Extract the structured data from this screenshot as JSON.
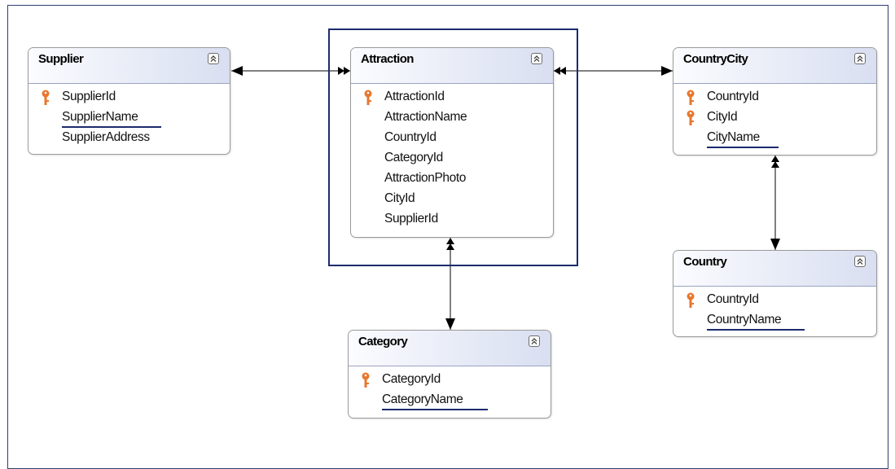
{
  "diagram": {
    "entities": {
      "supplier": {
        "title": "Supplier",
        "attributes": [
          {
            "name": "SupplierId",
            "key": true
          },
          {
            "name": "SupplierName",
            "key": false,
            "underlined": true
          },
          {
            "name": "SupplierAddress",
            "key": false
          }
        ]
      },
      "attraction": {
        "title": "Attraction",
        "attributes": [
          {
            "name": "AttractionId",
            "key": true
          },
          {
            "name": "AttractionName",
            "key": false
          },
          {
            "name": "CountryId",
            "key": false
          },
          {
            "name": "CategoryId",
            "key": false
          },
          {
            "name": "AttractionPhoto",
            "key": false
          },
          {
            "name": "CityId",
            "key": false
          },
          {
            "name": "SupplierId",
            "key": false
          }
        ]
      },
      "countrycity": {
        "title": "CountryCity",
        "attributes": [
          {
            "name": "CountryId",
            "key": true
          },
          {
            "name": "CityId",
            "key": true
          },
          {
            "name": "CityName",
            "key": false,
            "underlined": true
          }
        ]
      },
      "country": {
        "title": "Country",
        "attributes": [
          {
            "name": "CountryId",
            "key": true
          },
          {
            "name": "CountryName",
            "key": false,
            "underlined": true
          }
        ]
      },
      "category": {
        "title": "Category",
        "attributes": [
          {
            "name": "CategoryId",
            "key": true
          },
          {
            "name": "CategoryName",
            "key": false,
            "underlined": true
          }
        ]
      }
    },
    "colors": {
      "key_icon": "#e8772e",
      "selection_border": "#1c2b6e",
      "underline": "#1c2b6e",
      "connector": "#000000"
    },
    "relationships": [
      {
        "from": "attraction",
        "to": "supplier",
        "from_end": "many",
        "to_end": "one"
      },
      {
        "from": "attraction",
        "to": "countrycity",
        "from_end": "many",
        "to_end": "one"
      },
      {
        "from": "attraction",
        "to": "category",
        "from_end": "many",
        "to_end": "one"
      },
      {
        "from": "countrycity",
        "to": "country",
        "from_end": "many",
        "to_end": "one"
      }
    ],
    "icons": {
      "collapse": "double-chevron-up-icon",
      "key": "key-icon"
    }
  }
}
